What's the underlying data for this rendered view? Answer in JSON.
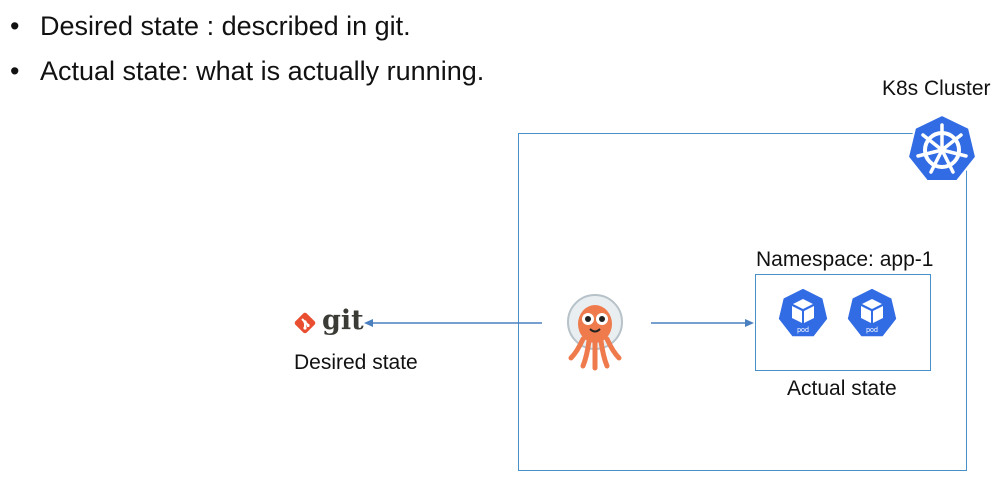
{
  "bullets": [
    "Desired state : described in git.",
    "Actual state: what is actually running."
  ],
  "cluster": {
    "label": "K8s Cluster",
    "icon": "kubernetes-helm-icon"
  },
  "namespace": {
    "label": "Namespace: app-1",
    "state_label": "Actual state",
    "pods": [
      "pod",
      "pod"
    ]
  },
  "git": {
    "logo_text": "git",
    "state_label": "Desired state",
    "icon": "git-logo"
  },
  "controller": {
    "icon": "argo-octopus-icon"
  },
  "colors": {
    "box_border": "#4a90c8",
    "k8s_blue": "#326ce5",
    "git_orange": "#e94e31",
    "argo_orange": "#ef7b4d"
  }
}
